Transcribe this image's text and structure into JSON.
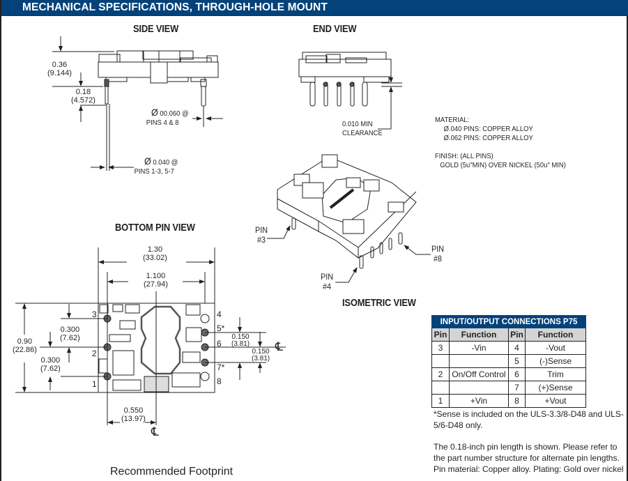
{
  "header": {
    "title": "MECHANICAL SPECIFICATIONS, THROUGH-HOLE MOUNT",
    "bg_color": "#04427a"
  },
  "side_view": {
    "title": "SIDE VIEW",
    "height_dim": {
      "inch": "0.36",
      "mm": "(9.144)"
    },
    "pin_length_dim": {
      "inch": "0.18",
      "mm": "(4.572)"
    },
    "pin_dia_large": {
      "value": "00.060 @",
      "pins": "PINS 4 & 8"
    },
    "pin_dia_small": {
      "value": "0.040 @",
      "pins": "PINS 1-3, 5-7"
    }
  },
  "end_view": {
    "title": "END VIEW",
    "clearance": {
      "value": "0.010 MIN",
      "label": "CLEARANCE"
    }
  },
  "material": {
    "heading": "MATERIAL:",
    "lines": [
      ".040 PINS: COPPER ALLOY",
      ".062 PINS: COPPER ALLOY"
    ],
    "finish_heading": "FINISH: (ALL PINS)",
    "finish_line": "GOLD (5u\"MIN) OVER NICKEL (50u\" MIN)"
  },
  "isometric_view": {
    "title": "ISOMETRIC VIEW",
    "pin_labels": [
      {
        "pin": "PIN",
        "num": "#3"
      },
      {
        "pin": "PIN",
        "num": "#4"
      },
      {
        "pin": "PIN",
        "num": "#8"
      }
    ]
  },
  "bottom_pin_view": {
    "title": "BOTTOM PIN VIEW",
    "width_dim": {
      "inch": "1.30",
      "mm": "(33.02)"
    },
    "pin_span_dim": {
      "inch": "1.100",
      "mm": "(27.94)"
    },
    "height_dim": {
      "inch": "0.90",
      "mm": "(22.86)"
    },
    "pitch_upper": {
      "inch": "0.300",
      "mm": "(7.62)"
    },
    "pitch_lower": {
      "inch": "0.300",
      "mm": "(7.62)"
    },
    "sense_pitch_a": {
      "inch": "0.150",
      "mm": "(3.81)"
    },
    "sense_pitch_b": {
      "inch": "0.150",
      "mm": "(3.81)"
    },
    "center_offset": {
      "inch": "0.550",
      "mm": "(13.97)"
    },
    "centerline_symbol": "℄",
    "left_pins": [
      "3",
      "2",
      "1"
    ],
    "right_pins": [
      "4",
      "5*",
      "6",
      "7*",
      "8"
    ]
  },
  "io_table": {
    "caption": "INPUT/OUTPUT CONNECTIONS P75",
    "columns": [
      "Pin",
      "Function",
      "Pin",
      "Function"
    ],
    "rows": [
      [
        "3",
        "-Vin",
        "4",
        "-Vout"
      ],
      [
        "",
        "",
        "5",
        "(-)Sense"
      ],
      [
        "2",
        "On/Off Control",
        "6",
        "Trim"
      ],
      [
        "",
        "",
        "7",
        "(+)Sense"
      ],
      [
        "1",
        "+Vin",
        "8",
        "+Vout"
      ]
    ]
  },
  "notes": {
    "sense": "*Sense is included on the ULS-3.3/8-D48 and ULS-5/6-D48 only.",
    "pin_length": "The 0.18-inch pin length is shown. Please refer to the part number structure for alternate pin lengths.",
    "pin_material": "Pin material: Copper alloy. Plating: Gold over nickel"
  },
  "footprint": {
    "title": "Recommended Footprint"
  },
  "diameter_symbol": "Ø"
}
